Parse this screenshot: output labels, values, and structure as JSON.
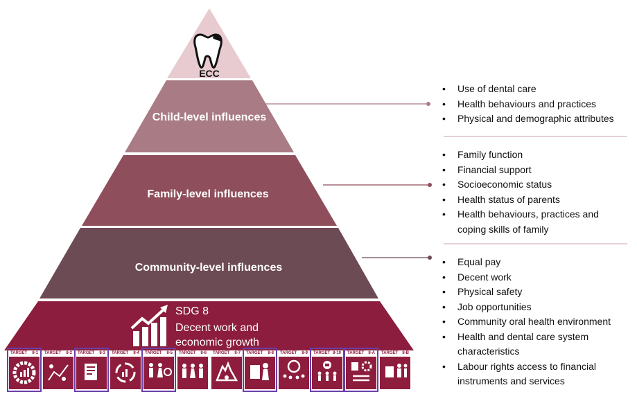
{
  "pyramid": {
    "apex_label": "ECC",
    "tiers": [
      {
        "label": "Child-level influences",
        "color": "#a97b84"
      },
      {
        "label": "Family-level influences",
        "color": "#8e4e5b"
      },
      {
        "label": "Community-level influences",
        "color": "#6d4b55"
      }
    ],
    "apex_color": "#e8cbd0",
    "base_color": "#8c1d3e"
  },
  "sdg": {
    "title": "SDG 8",
    "line1": "Decent work and",
    "line2": "economic growth"
  },
  "targets": [
    {
      "tag": "TARGET",
      "num": "8-1",
      "icon": "gdp-growth-icon"
    },
    {
      "tag": "TARGET",
      "num": "8-2",
      "icon": "productivity-chart-icon"
    },
    {
      "tag": "TARGET",
      "num": "8-3",
      "icon": "policy-document-icon"
    },
    {
      "tag": "TARGET",
      "num": "8-4",
      "icon": "resource-efficiency-icon"
    },
    {
      "tag": "TARGET",
      "num": "8-5",
      "icon": "full-employment-icon"
    },
    {
      "tag": "TARGET",
      "num": "8-6",
      "icon": "youth-employment-icon"
    },
    {
      "tag": "TARGET",
      "num": "8-7",
      "icon": "end-forced-labour-icon"
    },
    {
      "tag": "TARGET",
      "num": "8-8",
      "icon": "labour-rights-icon"
    },
    {
      "tag": "TARGET",
      "num": "8-9",
      "icon": "sustainable-tourism-icon"
    },
    {
      "tag": "TARGET",
      "num": "8-10",
      "icon": "financial-institutions-icon"
    },
    {
      "tag": "TARGET",
      "num": "8-A",
      "icon": "aid-for-trade-icon"
    },
    {
      "tag": "TARGET",
      "num": "8-B",
      "icon": "youth-strategy-icon"
    }
  ],
  "highlighted_targets": [
    "8-1",
    "8-3",
    "8-5",
    "8-8",
    "8-10",
    "8-A"
  ],
  "lists": {
    "child": [
      "Use of dental care",
      "Health behaviours and practices",
      "Physical and demographic attributes"
    ],
    "family": [
      "Family function",
      "Financial support",
      "Socioeconomic status",
      "Health status of parents",
      "Health behaviours, practices and coping skills of family"
    ],
    "community": [
      "Equal pay",
      "Decent work",
      "Physical safety",
      "Job opportunities",
      "Community oral health environment",
      "Health and dental care system characteristics",
      "Labour rights access to financial instruments and services"
    ]
  }
}
